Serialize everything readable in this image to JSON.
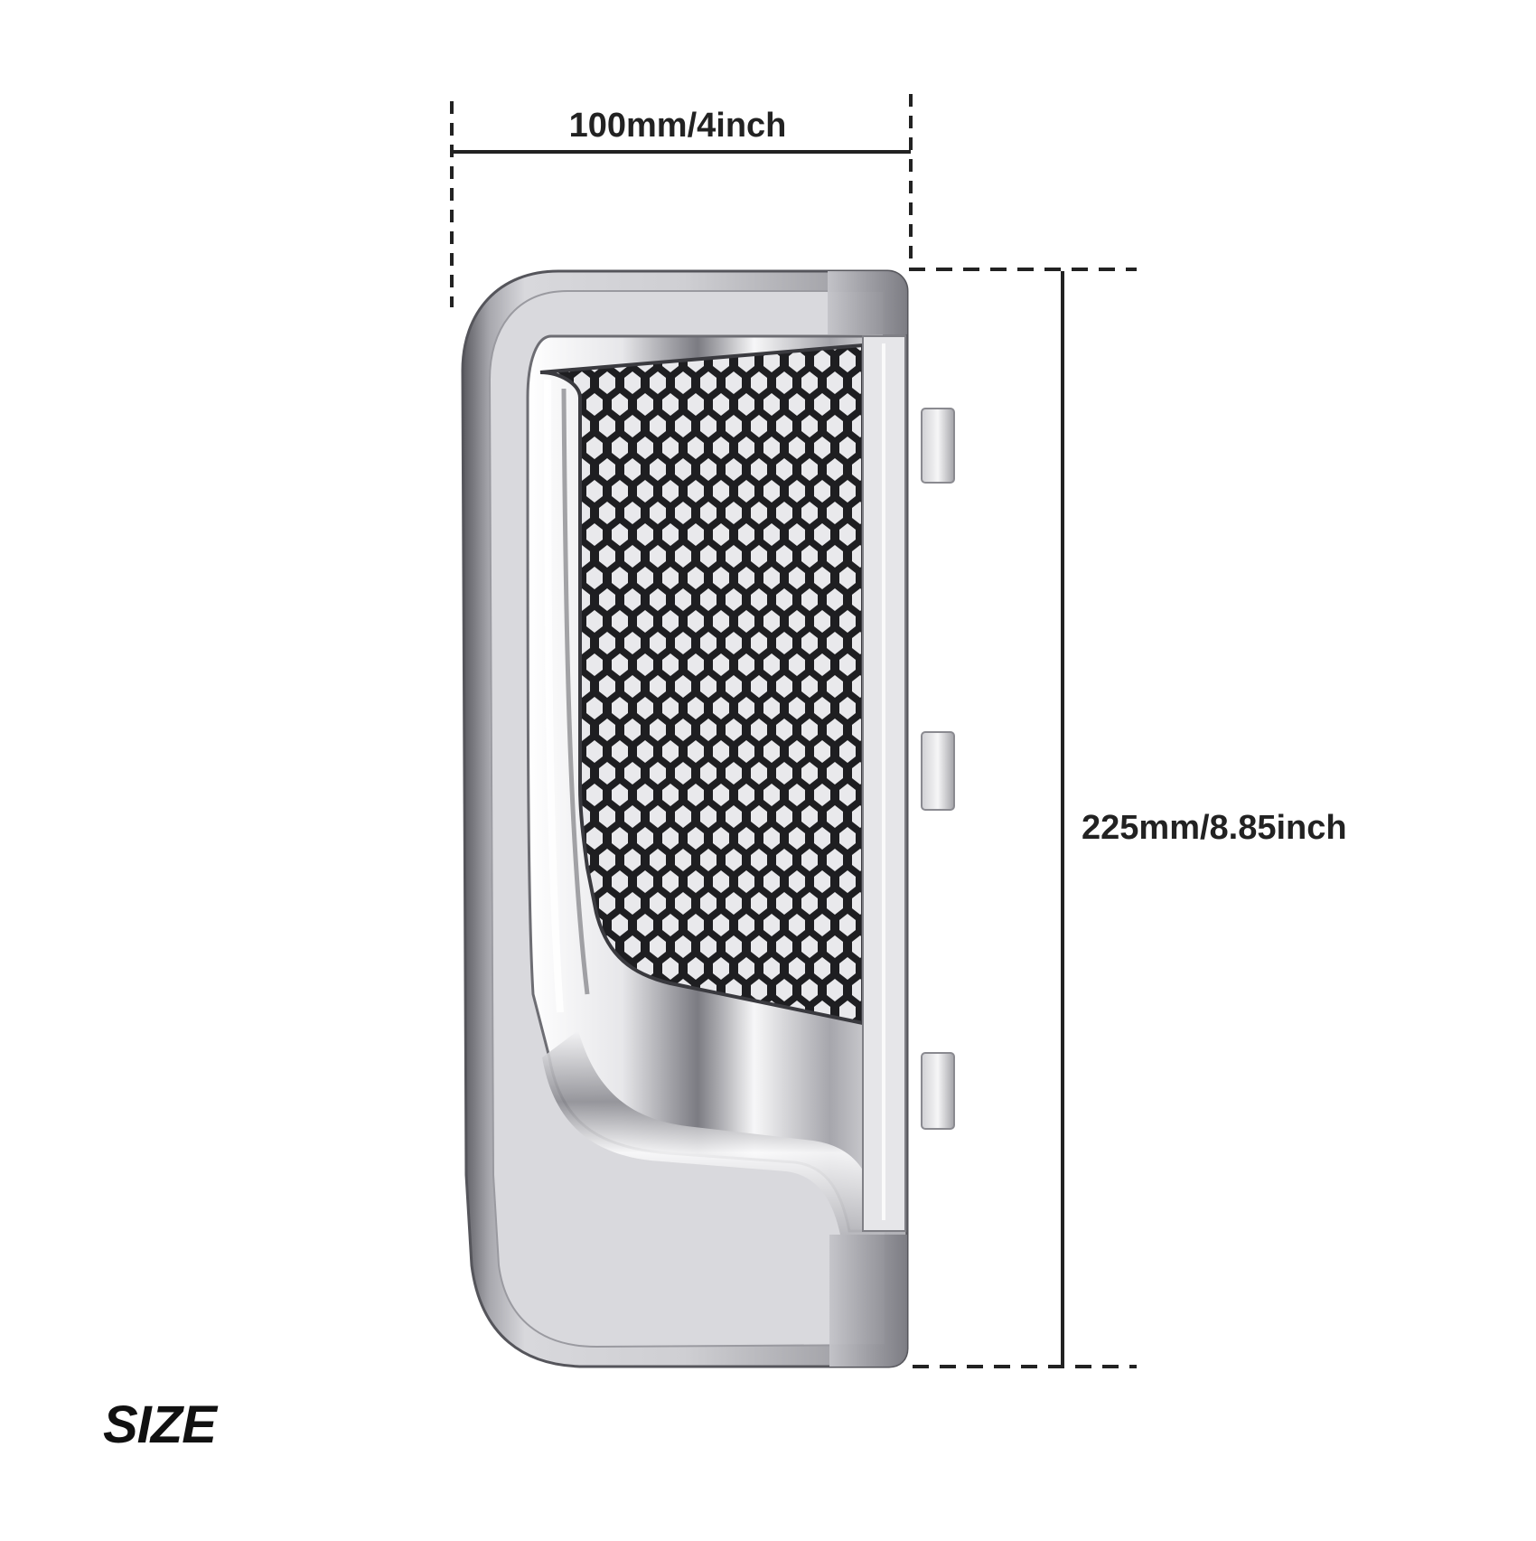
{
  "dimensions": {
    "width_label": "100mm/4inch",
    "height_label": "225mm/8.85inch"
  },
  "section_label": "SIZE",
  "colors": {
    "chrome_light": "#f4f4f6",
    "chrome_mid": "#c9c9cd",
    "chrome_dark": "#5c5c62",
    "mesh": "#1f1f22",
    "smoke_lens": "#9e9ea3",
    "dimension_line": "#222222"
  }
}
